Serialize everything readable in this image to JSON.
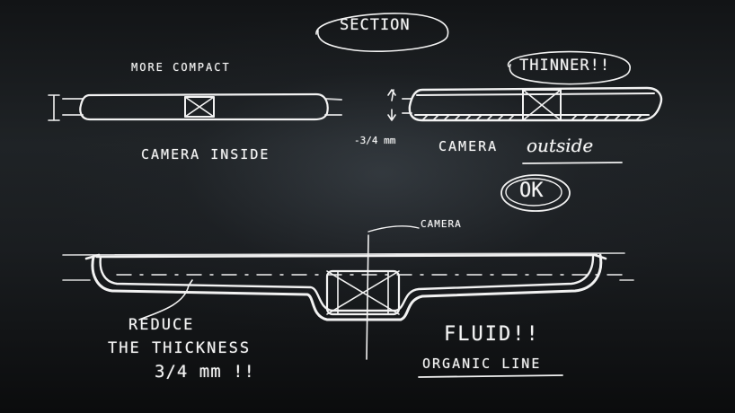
{
  "labels": {
    "title": "SECTION",
    "more_compact": "MORE COMPACT",
    "thinner": "THINNER!!",
    "camera_inside": "CAMERA INSIDE",
    "dimension_small": "-3/4 mm",
    "camera_outside_prefix": "CAMERA",
    "camera_outside_word": "outside",
    "ok": "OK",
    "camera": "CAMERA",
    "reduce_line1": "REDUCE",
    "reduce_line2": "THE THICKNESS",
    "reduce_line3": "3/4 mm !!",
    "fluid": "FLUID!!",
    "organic_line": "ORGANIC LINE"
  },
  "colors": {
    "background": "#1c1f22",
    "chalk": "#f2f2f2"
  }
}
